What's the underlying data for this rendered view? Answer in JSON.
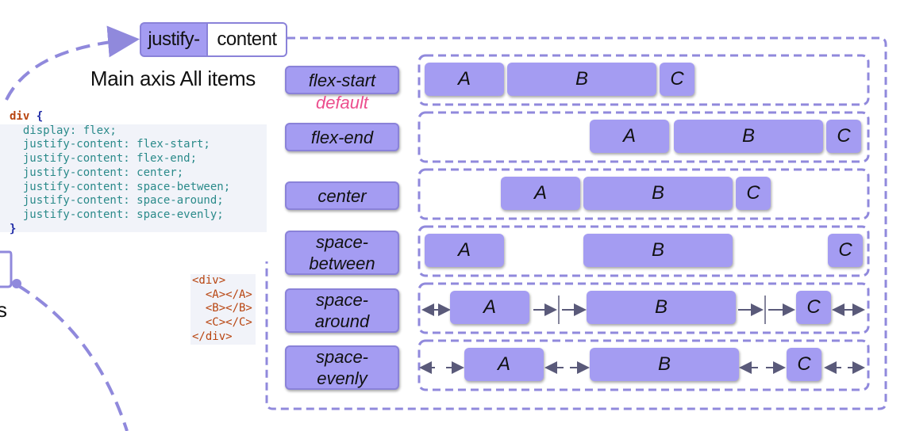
{
  "colors": {
    "item_fill": "#a49cf2",
    "item_border": "#8a82d9",
    "dash_stroke": "#9089dc",
    "default_text": "#ec4f8e",
    "code_property": "#2a8a8a",
    "code_selector": "#b8440f"
  },
  "title": {
    "part1": "justify-",
    "part2": "content"
  },
  "subtitle": "Main axis All items",
  "css_code": {
    "selector": "div",
    "open_brace": "{",
    "close_brace": "}",
    "lines": [
      "display: flex;",
      "justify-content: flex-start;",
      "justify-content: flex-end;",
      "justify-content: center;",
      "justify-content: space-between;",
      "justify-content: space-around;",
      "justify-content: space-evenly;"
    ]
  },
  "html_code": {
    "open": "<div>",
    "children": [
      "<A></A>",
      "<B></B>",
      "<C></C>"
    ],
    "close": "</div>"
  },
  "partial_text": "s",
  "default_label": "default",
  "rows": [
    {
      "label_line1": "flex-start",
      "label_line2": "",
      "items": [
        "A",
        "B",
        "C"
      ]
    },
    {
      "label_line1": "flex-end",
      "label_line2": "",
      "items": [
        "A",
        "B",
        "C"
      ]
    },
    {
      "label_line1": "center",
      "label_line2": "",
      "items": [
        "A",
        "B",
        "C"
      ]
    },
    {
      "label_line1": "space-",
      "label_line2": "between",
      "items": [
        "A",
        "B",
        "C"
      ]
    },
    {
      "label_line1": "space-",
      "label_line2": "around",
      "items": [
        "A",
        "B",
        "C"
      ]
    },
    {
      "label_line1": "space-",
      "label_line2": "evenly",
      "items": [
        "A",
        "B",
        "C"
      ]
    }
  ]
}
